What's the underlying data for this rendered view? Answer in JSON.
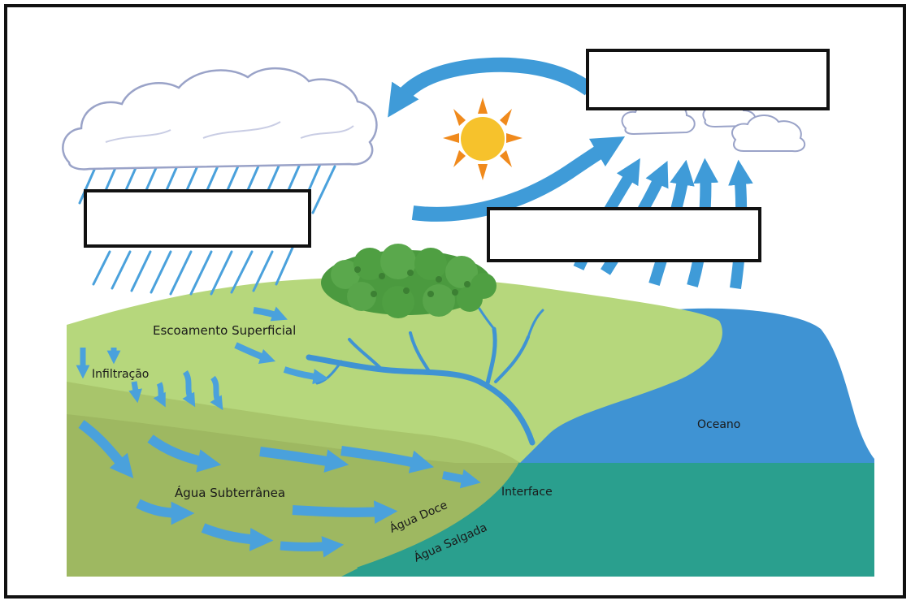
{
  "diagram": {
    "labels": {
      "runoff": "Escoamento Superficial",
      "infiltration": "Infiltração",
      "groundwater": "Água Subterrânea",
      "fresh_water": "Água Doce",
      "salt_water": "Água Salgada",
      "interface": "Interface",
      "ocean": "Oceano"
    },
    "blank_boxes": [
      "precipitation-box",
      "condensation-box",
      "evaporation-box"
    ],
    "icons": [
      "cloud-icon",
      "sun-icon",
      "tree-icon"
    ],
    "colors": {
      "arrow": "#3f9bd8",
      "ocean": "#3f93d3",
      "ocean_deep": "#2f7fc2",
      "salt_water": "#2a9f8e",
      "hill": "#b6d77c",
      "soil": "#a8c56b",
      "soil_deep": "#9eb861",
      "foliage": "#4b9a3f",
      "sun": "#f6c22c",
      "sun_rays": "#f08a1c"
    }
  }
}
